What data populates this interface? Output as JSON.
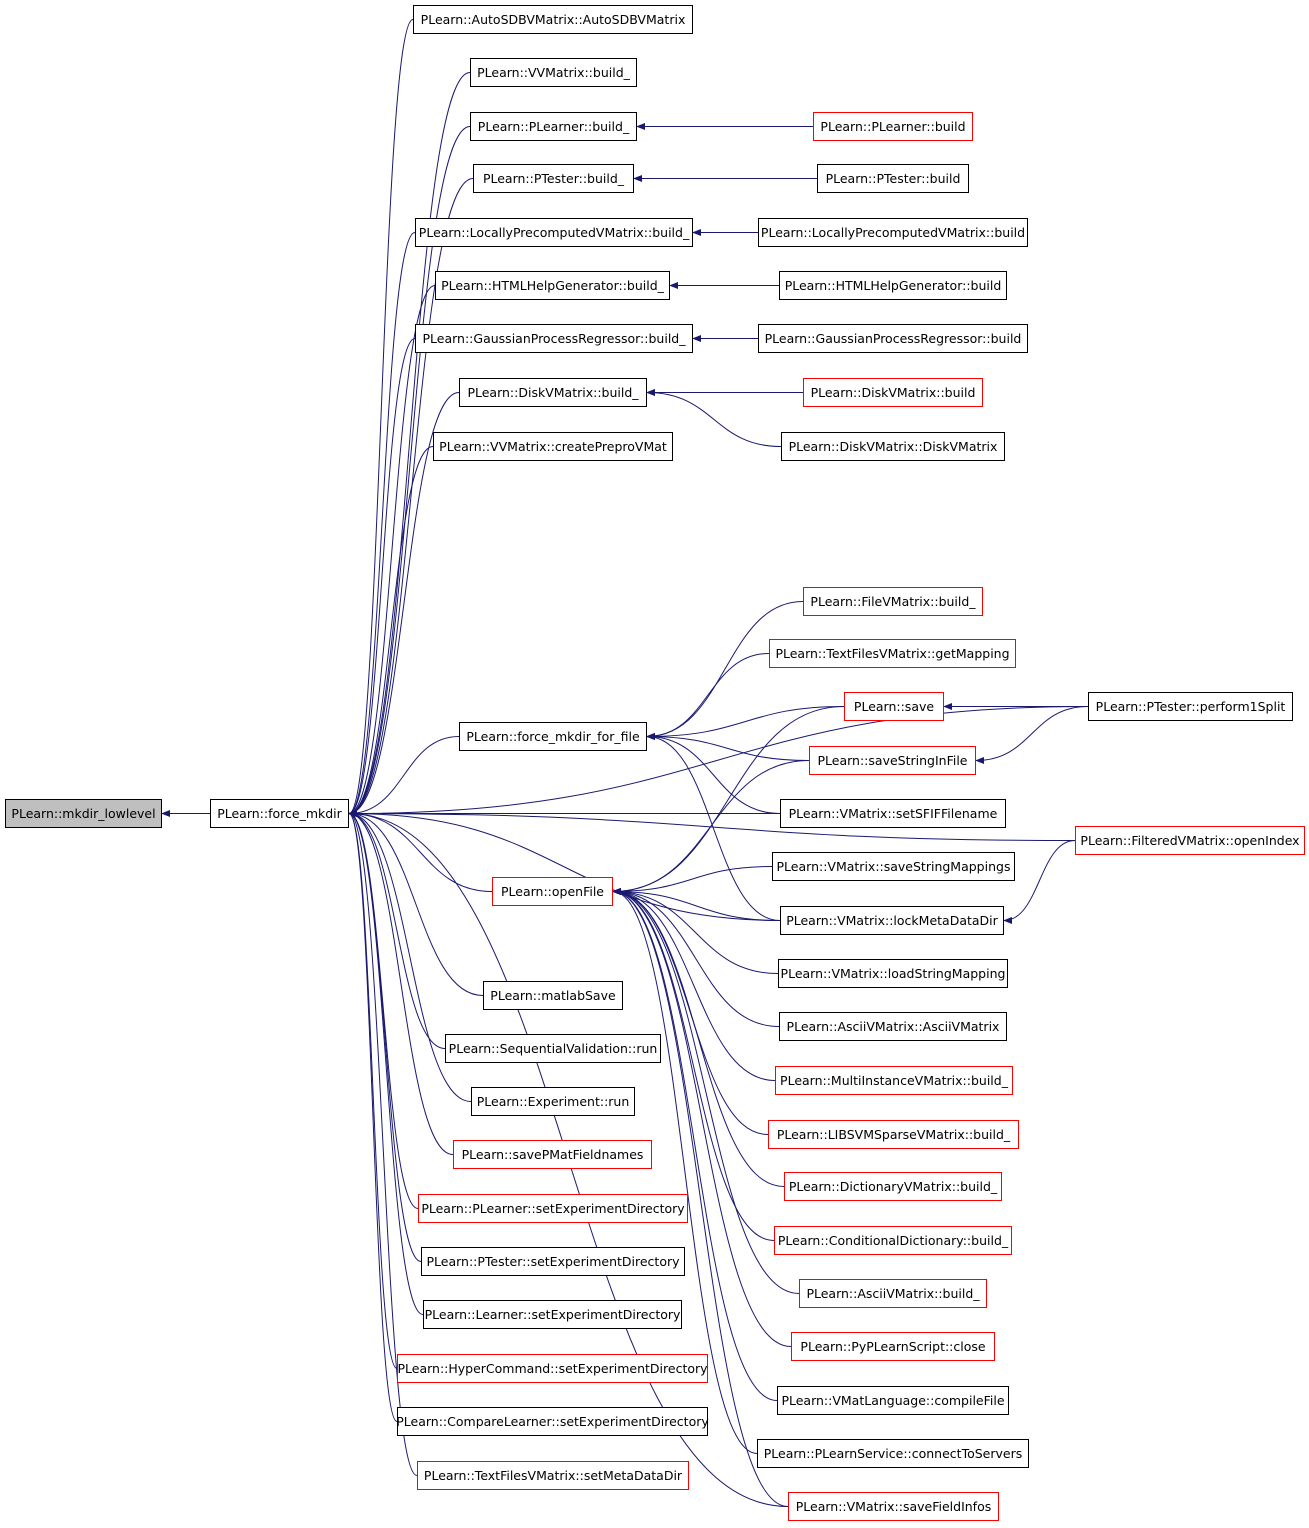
{
  "colors": {
    "edge": "#191970",
    "normal_border": "#000000",
    "red_border": "#ff0000",
    "root_fill": "#bfbfbf"
  },
  "nodes": {
    "mkdir_lowlevel": "PLearn::mkdir_lowlevel",
    "force_mkdir": "PLearn::force_mkdir",
    "autosdbv": "PLearn::AutoSDBVMatrix::AutoSDBVMatrix",
    "vvm_build_": "PLearn::VVMatrix::build_",
    "plearner_build_": "PLearn::PLearner::build_",
    "ptester_build_": "PLearn::PTester::build_",
    "lpv_build_": "PLearn::LocallyPrecomputedVMatrix::build_",
    "hhg_build_": "PLearn::HTMLHelpGenerator::build_",
    "gpr_build_": "PLearn::GaussianProcessRegressor::build_",
    "dvm_build_": "PLearn::DiskVMatrix::build_",
    "vvm_cpv": "PLearn::VVMatrix::createPreproVMat",
    "fmff": "PLearn::force_mkdir_for_file",
    "openfile": "PLearn::openFile",
    "matlabsave": "PLearn::matlabSave",
    "seqval_run": "PLearn::SequentialValidation::run",
    "exp_run": "PLearn::Experiment::run",
    "savepmat": "PLearn::savePMatFieldnames",
    "plearner_sed": "PLearn::PLearner::setExperimentDirectory",
    "ptester_sed": "PLearn::PTester::setExperimentDirectory",
    "learner_sed": "PLearn::Learner::setExperimentDirectory",
    "hyper_sed": "PLearn::HyperCommand::setExperimentDirectory",
    "compare_sed": "PLearn::CompareLearner::setExperimentDirectory",
    "tfvm_smdd": "PLearn::TextFilesVMatrix::setMetaDataDir",
    "plearner_build": "PLearn::PLearner::build",
    "ptester_build": "PLearn::PTester::build",
    "lpv_build": "PLearn::LocallyPrecomputedVMatrix::build",
    "hhg_build": "PLearn::HTMLHelpGenerator::build",
    "gpr_build": "PLearn::GaussianProcessRegressor::build",
    "dvm_build": "PLearn::DiskVMatrix::build",
    "dvm_ctor": "PLearn::DiskVMatrix::DiskVMatrix",
    "filevm_build_": "PLearn::FileVMatrix::build_",
    "tfvm_getmap": "PLearn::TextFilesVMatrix::getMapping",
    "save": "PLearn::save",
    "savestr": "PLearn::saveStringInFile",
    "vm_setsfif": "PLearn::VMatrix::setSFIFFilename",
    "vm_savesm": "PLearn::VMatrix::saveStringMappings",
    "vm_lockmdd": "PLearn::VMatrix::lockMetaDataDir",
    "vm_loadsm": "PLearn::VMatrix::loadStringMapping",
    "asciivm_ctor": "PLearn::AsciiVMatrix::AsciiVMatrix",
    "mivm_build_": "PLearn::MultiInstanceVMatrix::build_",
    "libsvm_build_": "PLearn::LIBSVMSparseVMatrix::build_",
    "dictvm_build_": "PLearn::DictionaryVMatrix::build_",
    "conddict_build_": "PLearn::ConditionalDictionary::build_",
    "asciivm_build_": "PLearn::AsciiVMatrix::build_",
    "pyscript_close": "PLearn::PyPLearnScript::close",
    "vmatlang_compile": "PLearn::VMatLanguage::compileFile",
    "pls_connect": "PLearn::PLearnService::connectToServers",
    "vm_savefi": "PLearn::VMatrix::saveFieldInfos",
    "ptester_p1s": "PLearn::PTester::perform1Split",
    "fvm_openindex": "PLearn::FilteredVMatrix::openIndex"
  },
  "edges": [
    [
      "force_mkdir",
      "mkdir_lowlevel"
    ],
    [
      "autosdbv",
      "force_mkdir"
    ],
    [
      "vvm_build_",
      "force_mkdir"
    ],
    [
      "plearner_build_",
      "force_mkdir"
    ],
    [
      "ptester_build_",
      "force_mkdir"
    ],
    [
      "lpv_build_",
      "force_mkdir"
    ],
    [
      "hhg_build_",
      "force_mkdir"
    ],
    [
      "gpr_build_",
      "force_mkdir"
    ],
    [
      "dvm_build_",
      "force_mkdir"
    ],
    [
      "vvm_cpv",
      "force_mkdir"
    ],
    [
      "fmff",
      "force_mkdir"
    ],
    [
      "openfile",
      "force_mkdir"
    ],
    [
      "matlabsave",
      "force_mkdir"
    ],
    [
      "seqval_run",
      "force_mkdir"
    ],
    [
      "exp_run",
      "force_mkdir"
    ],
    [
      "savepmat",
      "force_mkdir"
    ],
    [
      "plearner_sed",
      "force_mkdir"
    ],
    [
      "ptester_sed",
      "force_mkdir"
    ],
    [
      "learner_sed",
      "force_mkdir"
    ],
    [
      "hyper_sed",
      "force_mkdir"
    ],
    [
      "compare_sed",
      "force_mkdir"
    ],
    [
      "tfvm_smdd",
      "force_mkdir"
    ],
    [
      "ptester_p1s",
      "force_mkdir"
    ],
    [
      "fvm_openindex",
      "force_mkdir"
    ],
    [
      "vm_lockmdd",
      "force_mkdir"
    ],
    [
      "vm_savefi",
      "force_mkdir"
    ],
    [
      "vm_setsfif",
      "force_mkdir"
    ],
    [
      "plearner_build",
      "plearner_build_"
    ],
    [
      "ptester_build",
      "ptester_build_"
    ],
    [
      "lpv_build",
      "lpv_build_"
    ],
    [
      "hhg_build",
      "hhg_build_"
    ],
    [
      "gpr_build",
      "gpr_build_"
    ],
    [
      "dvm_build",
      "dvm_build_"
    ],
    [
      "dvm_ctor",
      "dvm_build_"
    ],
    [
      "filevm_build_",
      "fmff"
    ],
    [
      "tfvm_getmap",
      "fmff"
    ],
    [
      "save",
      "fmff"
    ],
    [
      "savestr",
      "fmff"
    ],
    [
      "vm_setsfif",
      "fmff"
    ],
    [
      "vm_lockmdd",
      "fmff"
    ],
    [
      "save",
      "openfile"
    ],
    [
      "savestr",
      "openfile"
    ],
    [
      "vm_savesm",
      "openfile"
    ],
    [
      "vm_lockmdd",
      "openfile"
    ],
    [
      "vm_loadsm",
      "openfile"
    ],
    [
      "asciivm_ctor",
      "openfile"
    ],
    [
      "mivm_build_",
      "openfile"
    ],
    [
      "libsvm_build_",
      "openfile"
    ],
    [
      "dictvm_build_",
      "openfile"
    ],
    [
      "conddict_build_",
      "openfile"
    ],
    [
      "asciivm_build_",
      "openfile"
    ],
    [
      "pyscript_close",
      "openfile"
    ],
    [
      "vmatlang_compile",
      "openfile"
    ],
    [
      "pls_connect",
      "openfile"
    ],
    [
      "vm_savefi",
      "openfile"
    ],
    [
      "ptester_p1s",
      "save"
    ],
    [
      "ptester_p1s",
      "savestr"
    ],
    [
      "fvm_openindex",
      "vm_lockmdd"
    ]
  ]
}
